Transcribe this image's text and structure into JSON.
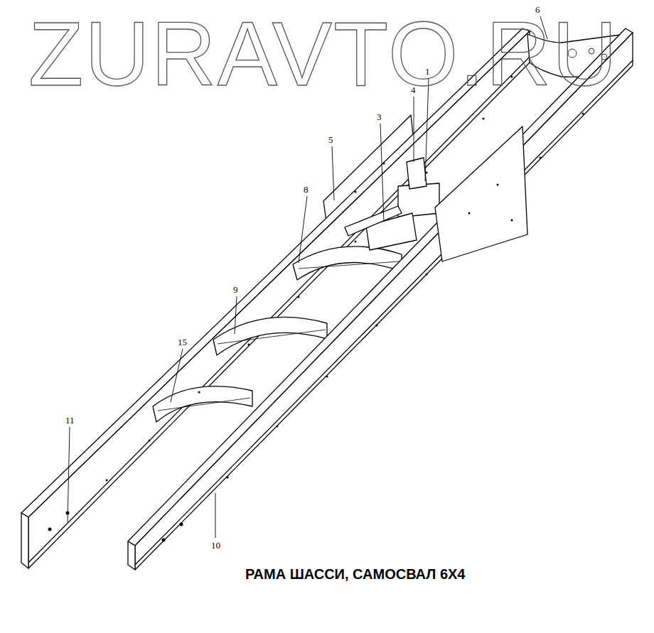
{
  "diagram": {
    "title": "РАМА ШАССИ, САМОСВАЛ 6Х4",
    "labels": [
      "ZURAVTO.RU",
      "6",
      "1",
      "4",
      "3",
      "5",
      "8",
      "9",
      "15",
      "11",
      "10"
    ]
  }
}
